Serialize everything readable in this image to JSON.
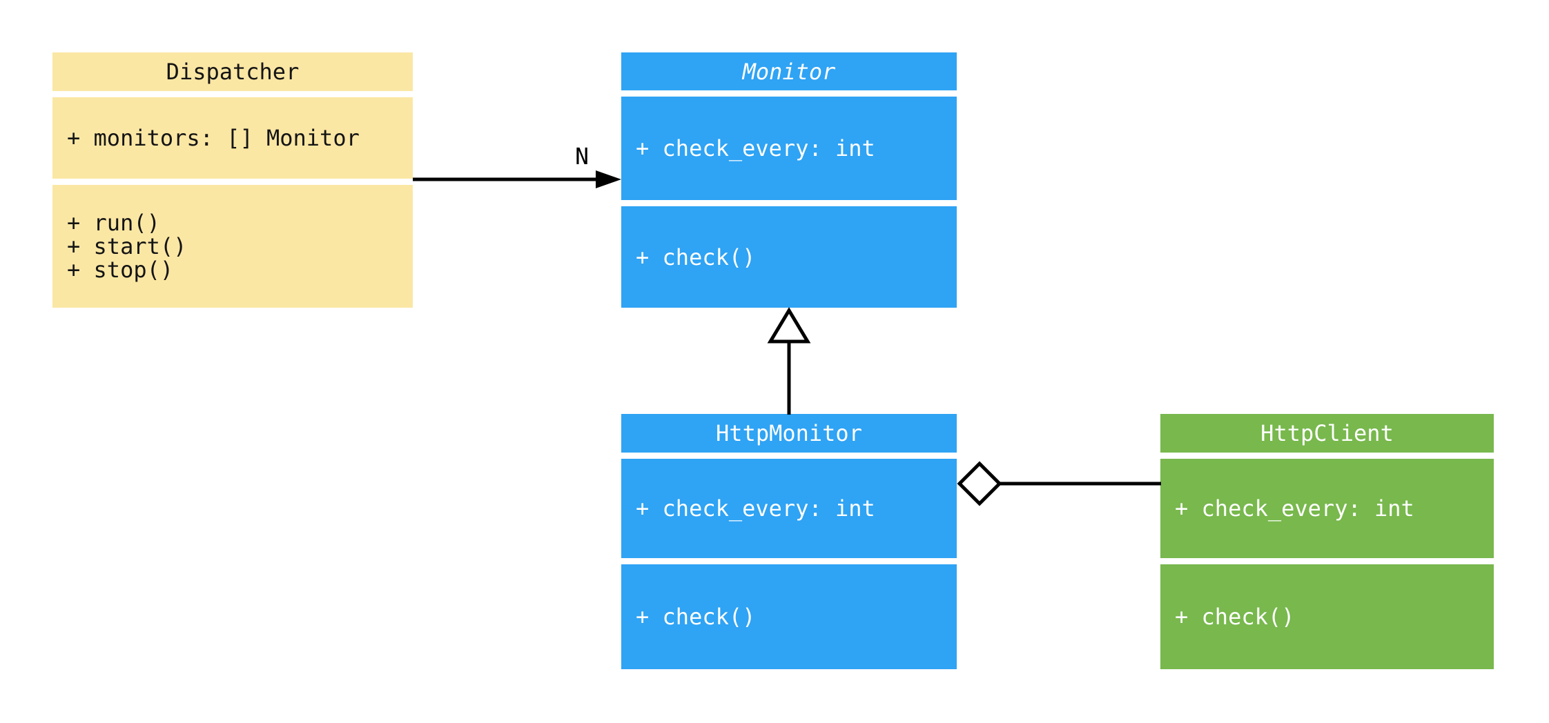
{
  "diagram": {
    "type": "uml-class-diagram",
    "background": "#FFFFFF",
    "line_color": "#000000",
    "classes": [
      {
        "id": "dispatcher",
        "name": "Dispatcher",
        "abstract": false,
        "fill": "#FBE7A4",
        "text_color": "#141414",
        "attributes": [
          "+ monitors: [] Monitor"
        ],
        "methods": [
          "+ run()",
          "+ start()",
          "+ stop()"
        ]
      },
      {
        "id": "monitor",
        "name": "Monitor",
        "abstract": true,
        "fill": "#2FA3F4",
        "text_color": "#FFFFFF",
        "attributes": [
          "+ check_every: int"
        ],
        "methods": [
          "+ check()"
        ]
      },
      {
        "id": "http-monitor",
        "name": "HttpMonitor",
        "abstract": false,
        "fill": "#2FA3F4",
        "text_color": "#FFFFFF",
        "attributes": [
          "+ check_every: int"
        ],
        "methods": [
          "+ check()"
        ]
      },
      {
        "id": "http-client",
        "name": "HttpClient",
        "abstract": false,
        "fill": "#78B84D",
        "text_color": "#FFFFFF",
        "attributes": [
          "+ check_every: int"
        ],
        "methods": [
          "+ check()"
        ]
      }
    ],
    "relations": [
      {
        "type": "association",
        "from": "Dispatcher",
        "to": "Monitor",
        "label": "N",
        "marker": "filled-arrow"
      },
      {
        "type": "inheritance",
        "from": "HttpMonitor",
        "to": "Monitor",
        "label": "",
        "marker": "hollow-triangle"
      },
      {
        "type": "aggregation",
        "from": "HttpMonitor",
        "to": "HttpClient",
        "label": "",
        "marker": "hollow-diamond"
      }
    ]
  }
}
